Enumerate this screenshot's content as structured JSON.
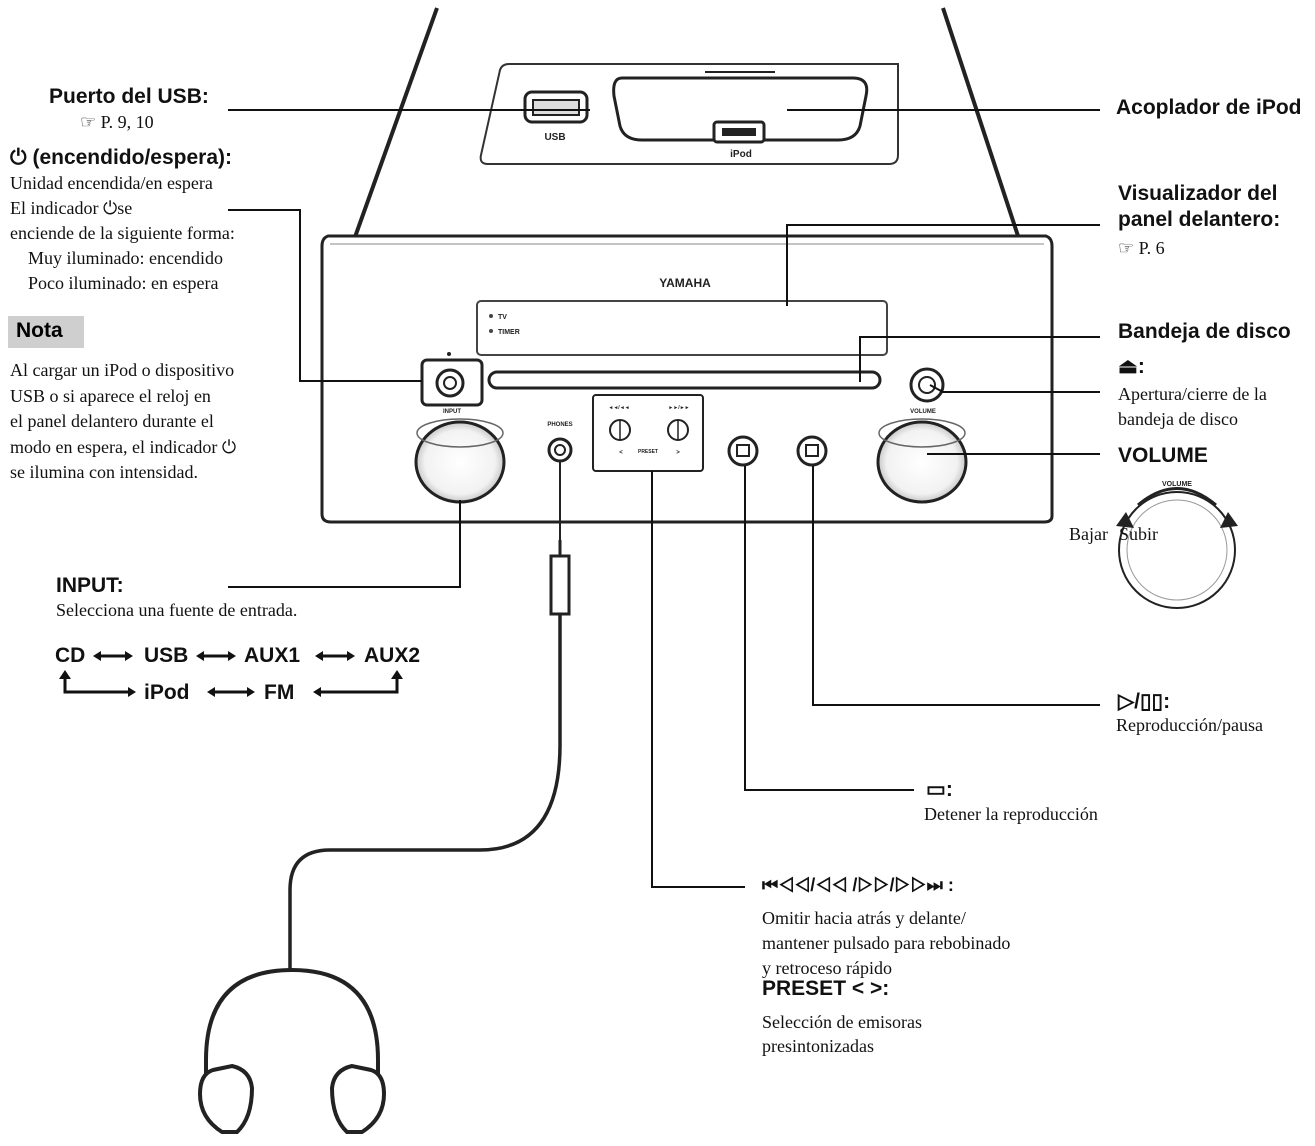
{
  "device": {
    "brand": "YAMAHA",
    "usb_label": "USB",
    "ipod_label": "iPod",
    "tv_led_label": "TV",
    "timer_led_label": "TIMER",
    "input_knob_label": "INPUT",
    "volume_knob_label": "VOLUME",
    "phones_label": "PHONES",
    "preset_label": "PRESET",
    "skip_back_label": "◄◄/◄◄",
    "skip_fwd_label": "►►/►►",
    "preset_left": "<",
    "preset_right": ">",
    "volume_dial_label": "VOLUME"
  },
  "callouts": {
    "usb_title": "Puerto del USB:",
    "usb_ref": "☞ P. 9, 10",
    "power_title": "⏻ (encendido/espera):",
    "power_lines": [
      "Unidad encendida/en espera",
      "El indicador ⏻se",
      "enciende de la siguiente forma:",
      "Muy iluminado: encendido",
      "Poco iluminado: en espera"
    ],
    "nota_label": "Nota",
    "nota_lines": [
      "Al cargar un iPod o dispositivo",
      "USB o si aparece el reloj en",
      "el panel delantero durante el",
      "modo en espera, el indicador ⏻",
      "se ilumina con intensidad."
    ],
    "input_title": "INPUT:",
    "input_desc": "Selecciona una fuente de entrada.",
    "input_cycle": {
      "cd": "CD",
      "usb": "USB",
      "aux1": "AUX1",
      "aux2": "AUX2",
      "ipod": "iPod",
      "fm": "FM"
    },
    "ipod_dock": "Acoplador de iPod",
    "display_title_1": "Visualizador del",
    "display_title_2": "panel delantero:",
    "display_ref": "☞ P. 6",
    "tray_title": "Bandeja de disco",
    "eject_symbol": "⏏:",
    "eject_desc_1": "Apertura/cierre de la",
    "eject_desc_2": "bandeja de disco",
    "volume_title": "VOLUME",
    "volume_down": "Bajar",
    "volume_up": "Subir",
    "play_symbol": "▷/▯▯:",
    "play_desc": "Reproducción/pausa",
    "stop_symbol": "▭:",
    "stop_desc": "Detener la reproducción",
    "skip_symbol": "⏮◁◁/◁◁ /▷▷/▷▷⏭ :",
    "skip_desc": [
      "Omitir hacia atrás y delante/",
      "mantener pulsado para rebobinado",
      "y retroceso rápido"
    ],
    "preset_title": "PRESET < >:",
    "preset_desc": [
      "Selección de emisoras",
      "presintonizadas"
    ]
  }
}
